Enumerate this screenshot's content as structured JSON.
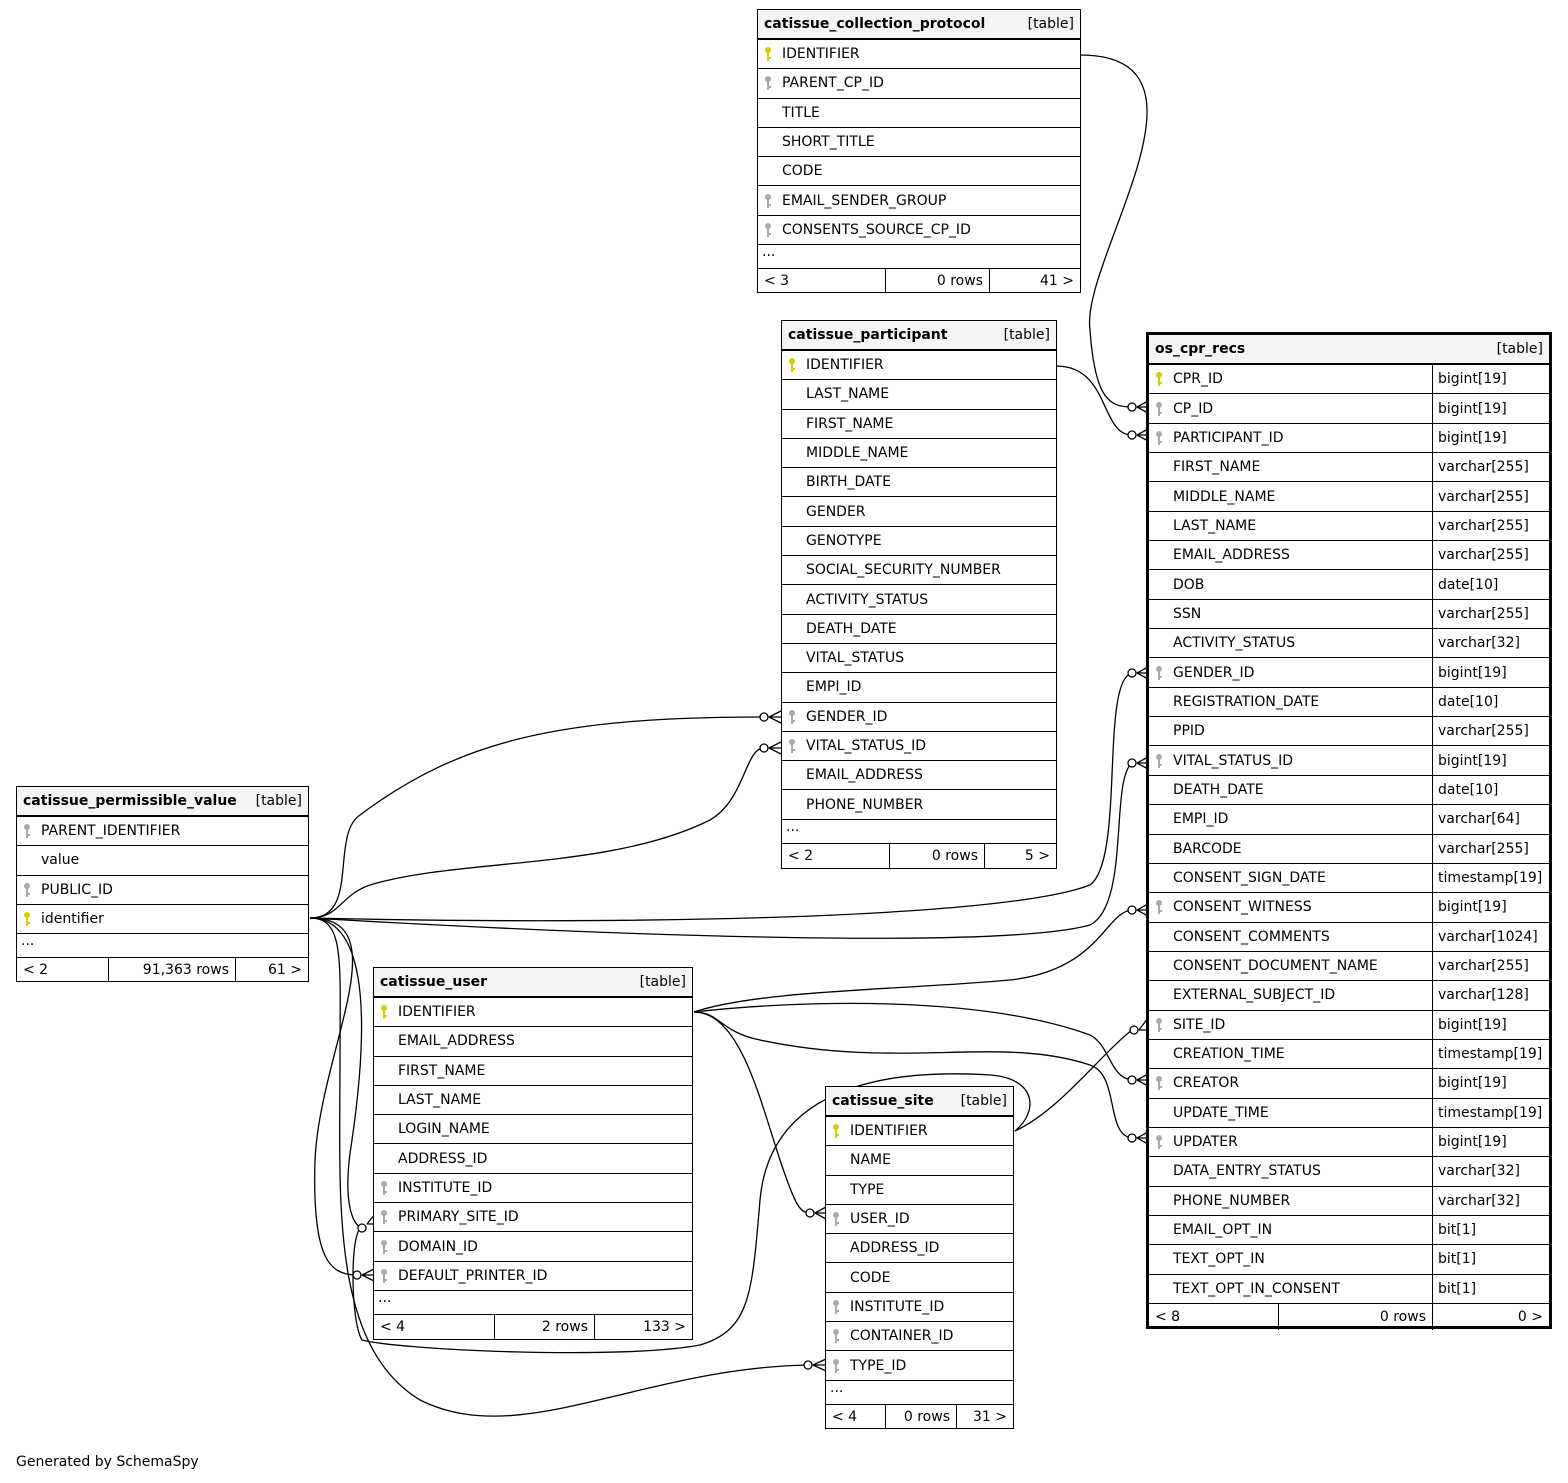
{
  "footer_text": "Generated by SchemaSpy",
  "key_colors": {
    "primary": "#e0c800",
    "foreign": "#aaaaaa"
  },
  "tables": {
    "collection_protocol": {
      "name": "catissue_collection_protocol",
      "type": "[table]",
      "columns": [
        {
          "name": "IDENTIFIER",
          "key": "primary"
        },
        {
          "name": "PARENT_CP_ID",
          "key": "foreign"
        },
        {
          "name": "TITLE",
          "key": ""
        },
        {
          "name": "SHORT_TITLE",
          "key": ""
        },
        {
          "name": "CODE",
          "key": ""
        },
        {
          "name": "EMAIL_SENDER_GROUP",
          "key": "foreign"
        },
        {
          "name": "CONSENTS_SOURCE_CP_ID",
          "key": "foreign"
        }
      ],
      "more": "...",
      "footer": {
        "parents": "< 3",
        "rows": "0 rows",
        "children": "41 >"
      }
    },
    "participant": {
      "name": "catissue_participant",
      "type": "[table]",
      "columns": [
        {
          "name": "IDENTIFIER",
          "key": "primary"
        },
        {
          "name": "LAST_NAME",
          "key": ""
        },
        {
          "name": "FIRST_NAME",
          "key": ""
        },
        {
          "name": "MIDDLE_NAME",
          "key": ""
        },
        {
          "name": "BIRTH_DATE",
          "key": ""
        },
        {
          "name": "GENDER",
          "key": ""
        },
        {
          "name": "GENOTYPE",
          "key": ""
        },
        {
          "name": "SOCIAL_SECURITY_NUMBER",
          "key": ""
        },
        {
          "name": "ACTIVITY_STATUS",
          "key": ""
        },
        {
          "name": "DEATH_DATE",
          "key": ""
        },
        {
          "name": "VITAL_STATUS",
          "key": ""
        },
        {
          "name": "EMPI_ID",
          "key": ""
        },
        {
          "name": "GENDER_ID",
          "key": "foreign"
        },
        {
          "name": "VITAL_STATUS_ID",
          "key": "foreign"
        },
        {
          "name": "EMAIL_ADDRESS",
          "key": ""
        },
        {
          "name": "PHONE_NUMBER",
          "key": ""
        }
      ],
      "more": "...",
      "footer": {
        "parents": "< 2",
        "rows": "0 rows",
        "children": "5 >"
      }
    },
    "os_cpr_recs": {
      "name": "os_cpr_recs",
      "type": "[table]",
      "columns": [
        {
          "name": "CPR_ID",
          "type": "bigint[19]",
          "key": "primary"
        },
        {
          "name": "CP_ID",
          "type": "bigint[19]",
          "key": "foreign"
        },
        {
          "name": "PARTICIPANT_ID",
          "type": "bigint[19]",
          "key": "foreign"
        },
        {
          "name": "FIRST_NAME",
          "type": "varchar[255]",
          "key": ""
        },
        {
          "name": "MIDDLE_NAME",
          "type": "varchar[255]",
          "key": ""
        },
        {
          "name": "LAST_NAME",
          "type": "varchar[255]",
          "key": ""
        },
        {
          "name": "EMAIL_ADDRESS",
          "type": "varchar[255]",
          "key": ""
        },
        {
          "name": "DOB",
          "type": "date[10]",
          "key": ""
        },
        {
          "name": "SSN",
          "type": "varchar[255]",
          "key": ""
        },
        {
          "name": "ACTIVITY_STATUS",
          "type": "varchar[32]",
          "key": ""
        },
        {
          "name": "GENDER_ID",
          "type": "bigint[19]",
          "key": "foreign"
        },
        {
          "name": "REGISTRATION_DATE",
          "type": "date[10]",
          "key": ""
        },
        {
          "name": "PPID",
          "type": "varchar[255]",
          "key": ""
        },
        {
          "name": "VITAL_STATUS_ID",
          "type": "bigint[19]",
          "key": "foreign"
        },
        {
          "name": "DEATH_DATE",
          "type": "date[10]",
          "key": ""
        },
        {
          "name": "EMPI_ID",
          "type": "varchar[64]",
          "key": ""
        },
        {
          "name": "BARCODE",
          "type": "varchar[255]",
          "key": ""
        },
        {
          "name": "CONSENT_SIGN_DATE",
          "type": "timestamp[19]",
          "key": ""
        },
        {
          "name": "CONSENT_WITNESS",
          "type": "bigint[19]",
          "key": "foreign"
        },
        {
          "name": "CONSENT_COMMENTS",
          "type": "varchar[1024]",
          "key": ""
        },
        {
          "name": "CONSENT_DOCUMENT_NAME",
          "type": "varchar[255]",
          "key": ""
        },
        {
          "name": "EXTERNAL_SUBJECT_ID",
          "type": "varchar[128]",
          "key": ""
        },
        {
          "name": "SITE_ID",
          "type": "bigint[19]",
          "key": "foreign"
        },
        {
          "name": "CREATION_TIME",
          "type": "timestamp[19]",
          "key": ""
        },
        {
          "name": "CREATOR",
          "type": "bigint[19]",
          "key": "foreign"
        },
        {
          "name": "UPDATE_TIME",
          "type": "timestamp[19]",
          "key": ""
        },
        {
          "name": "UPDATER",
          "type": "bigint[19]",
          "key": "foreign"
        },
        {
          "name": "DATA_ENTRY_STATUS",
          "type": "varchar[32]",
          "key": ""
        },
        {
          "name": "PHONE_NUMBER",
          "type": "varchar[32]",
          "key": ""
        },
        {
          "name": "EMAIL_OPT_IN",
          "type": "bit[1]",
          "key": ""
        },
        {
          "name": "TEXT_OPT_IN",
          "type": "bit[1]",
          "key": ""
        },
        {
          "name": "TEXT_OPT_IN_CONSENT",
          "type": "bit[1]",
          "key": ""
        }
      ],
      "footer": {
        "parents": "< 8",
        "rows": "0 rows",
        "children": "0 >"
      }
    },
    "permissible_value": {
      "name": "catissue_permissible_value",
      "type": "[table]",
      "columns": [
        {
          "name": "PARENT_IDENTIFIER",
          "key": "foreign"
        },
        {
          "name": "value",
          "key": ""
        },
        {
          "name": "PUBLIC_ID",
          "key": "foreign"
        },
        {
          "name": "identifier",
          "key": "primary"
        }
      ],
      "more": "...",
      "footer": {
        "parents": "< 2",
        "rows": "91,363 rows",
        "children": "61 >"
      }
    },
    "user": {
      "name": "catissue_user",
      "type": "[table]",
      "columns": [
        {
          "name": "IDENTIFIER",
          "key": "primary"
        },
        {
          "name": "EMAIL_ADDRESS",
          "key": ""
        },
        {
          "name": "FIRST_NAME",
          "key": ""
        },
        {
          "name": "LAST_NAME",
          "key": ""
        },
        {
          "name": "LOGIN_NAME",
          "key": ""
        },
        {
          "name": "ADDRESS_ID",
          "key": ""
        },
        {
          "name": "INSTITUTE_ID",
          "key": "foreign"
        },
        {
          "name": "PRIMARY_SITE_ID",
          "key": "foreign"
        },
        {
          "name": "DOMAIN_ID",
          "key": "foreign"
        },
        {
          "name": "DEFAULT_PRINTER_ID",
          "key": "foreign"
        }
      ],
      "more": "...",
      "footer": {
        "parents": "< 4",
        "rows": "2 rows",
        "children": "133 >"
      }
    },
    "site": {
      "name": "catissue_site",
      "type": "[table]",
      "columns": [
        {
          "name": "IDENTIFIER",
          "key": "primary"
        },
        {
          "name": "NAME",
          "key": ""
        },
        {
          "name": "TYPE",
          "key": ""
        },
        {
          "name": "USER_ID",
          "key": "foreign"
        },
        {
          "name": "ADDRESS_ID",
          "key": ""
        },
        {
          "name": "CODE",
          "key": ""
        },
        {
          "name": "INSTITUTE_ID",
          "key": "foreign"
        },
        {
          "name": "CONTAINER_ID",
          "key": "foreign"
        },
        {
          "name": "TYPE_ID",
          "key": "foreign"
        }
      ],
      "more": "...",
      "footer": {
        "parents": "< 4",
        "rows": "0 rows",
        "children": "31 >"
      }
    }
  }
}
